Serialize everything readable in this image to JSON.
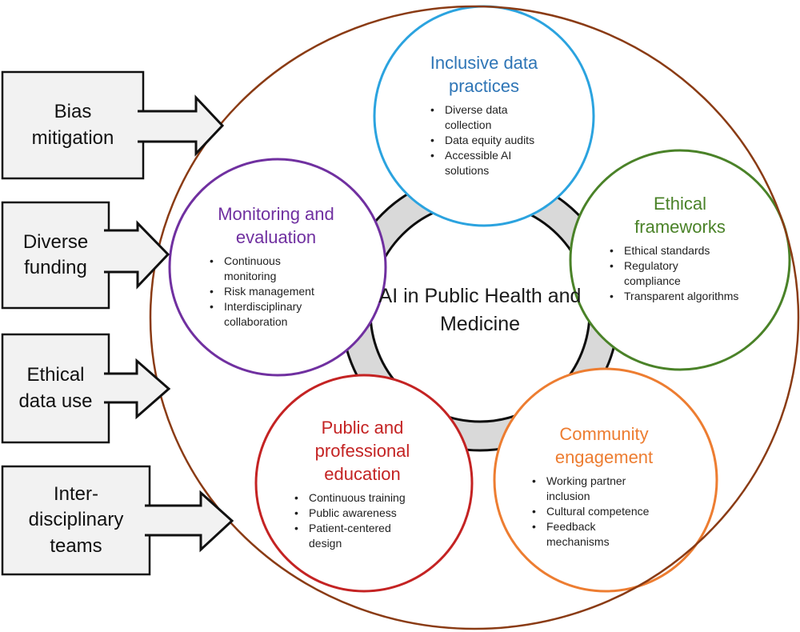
{
  "center": {
    "title": "AI in Public Health and Medicine"
  },
  "circles": [
    {
      "name": "inclusive-data-practices",
      "title": "Inclusive data practices",
      "stroke_color": "#2BA3DF",
      "title_color": "#2E75B6",
      "bullets": [
        "Diverse data collection",
        "Data equity audits",
        "Accessible AI solutions"
      ]
    },
    {
      "name": "ethical-frameworks",
      "title": "Ethical frameworks",
      "stroke_color": "#4A8228",
      "title_color": "#4A8228",
      "bullets": [
        "Ethical standards",
        "Regulatory compliance",
        "Transparent algorithms"
      ]
    },
    {
      "name": "monitoring-and-evaluation",
      "title": "Monitoring and evaluation",
      "stroke_color": "#7030A0",
      "title_color": "#7030A0",
      "bullets": [
        "Continuous monitoring",
        "Risk management",
        "Interdisciplinary collaboration"
      ]
    },
    {
      "name": "public-and-professional-education",
      "title": "Public and professional education",
      "stroke_color": "#C42323",
      "title_color": "#C42323",
      "bullets": [
        "Continuous training",
        "Public awareness",
        "Patient-centered design"
      ]
    },
    {
      "name": "community-engagement",
      "title": "Community engagement",
      "stroke_color": "#ED7D31",
      "title_color": "#ED7D31",
      "bullets": [
        "Working partner inclusion",
        "Cultural competence",
        "Feedback mechanisms"
      ]
    }
  ],
  "inputs": [
    {
      "label": "Bias mitigation"
    },
    {
      "label": "Diverse funding"
    },
    {
      "label": "Ethical data use"
    },
    {
      "label": "Inter-disciplinary teams"
    }
  ],
  "colors": {
    "outer_ellipse": "#8A3B14",
    "connector_fill": "#D9D9D9",
    "connector_edge": "#0d0d0d",
    "box_fill": "#F2F2F2",
    "box_border": "#111111",
    "text": "#1a1a1a"
  }
}
